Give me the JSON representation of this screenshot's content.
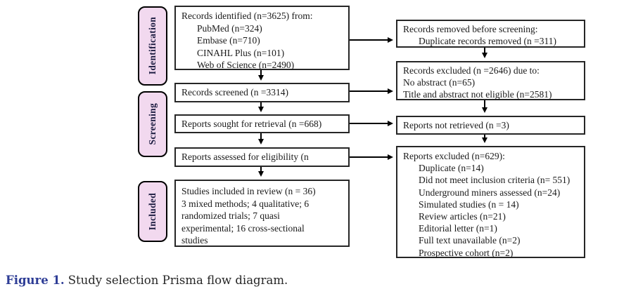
{
  "colors": {
    "stage-fill": "#F2D9EF",
    "stage-border": "#000000",
    "stage-text": "#1b1b40",
    "box-border": "#262626",
    "arrow": "#000000",
    "caption-accent": "#2E3D96",
    "text": "#1a1a1a"
  },
  "stages": [
    {
      "label": "Identification"
    },
    {
      "label": "Screening"
    },
    {
      "label": "Included"
    }
  ],
  "boxes": {
    "records_identified": {
      "title": "Records identified (n=3625) from:",
      "sources": [
        "PubMed (n=324)",
        "Embase (n=710)",
        "CINAHL Plus (n=101)",
        "Web of Science (n=2490)"
      ]
    },
    "records_screened": {
      "text": "Records screened (n =3314)"
    },
    "reports_sought": {
      "text": "Reports sought for retrieval (n =668)"
    },
    "reports_assessed": {
      "text": "Reports assessed for eligibility (n"
    },
    "studies_included": {
      "lines": [
        "Studies included in review (n = 36)",
        "3 mixed methods; 4 qualitative; 6",
        "randomized trials; 7 quasi",
        "experimental; 16 cross-sectional",
        "studies"
      ]
    },
    "records_removed": {
      "title": "Records removed before screening:",
      "items": [
        "Duplicate records removed (n =311)"
      ]
    },
    "records_excluded": {
      "lines": [
        "Records excluded (n =2646) due to:",
        "No abstract (n=65)",
        "Title and abstract not eligible (n=2581)"
      ]
    },
    "reports_not_retrieved": {
      "text": "Reports not retrieved (n =3)"
    },
    "reports_excluded": {
      "title": "Reports excluded (n=629):",
      "items": [
        "Duplicate (n=14)",
        "Did not meet inclusion criteria (n= 551)",
        "Underground miners assessed (n=24)",
        "Simulated studies (n = 14)",
        "Review articles (n=21)",
        "Editorial letter (n=1)",
        "Full text unavailable (n=2)",
        "Prospective cohort (n=2)"
      ]
    }
  },
  "caption": {
    "label": "Figure 1.",
    "text": "Study selection Prisma flow diagram."
  }
}
